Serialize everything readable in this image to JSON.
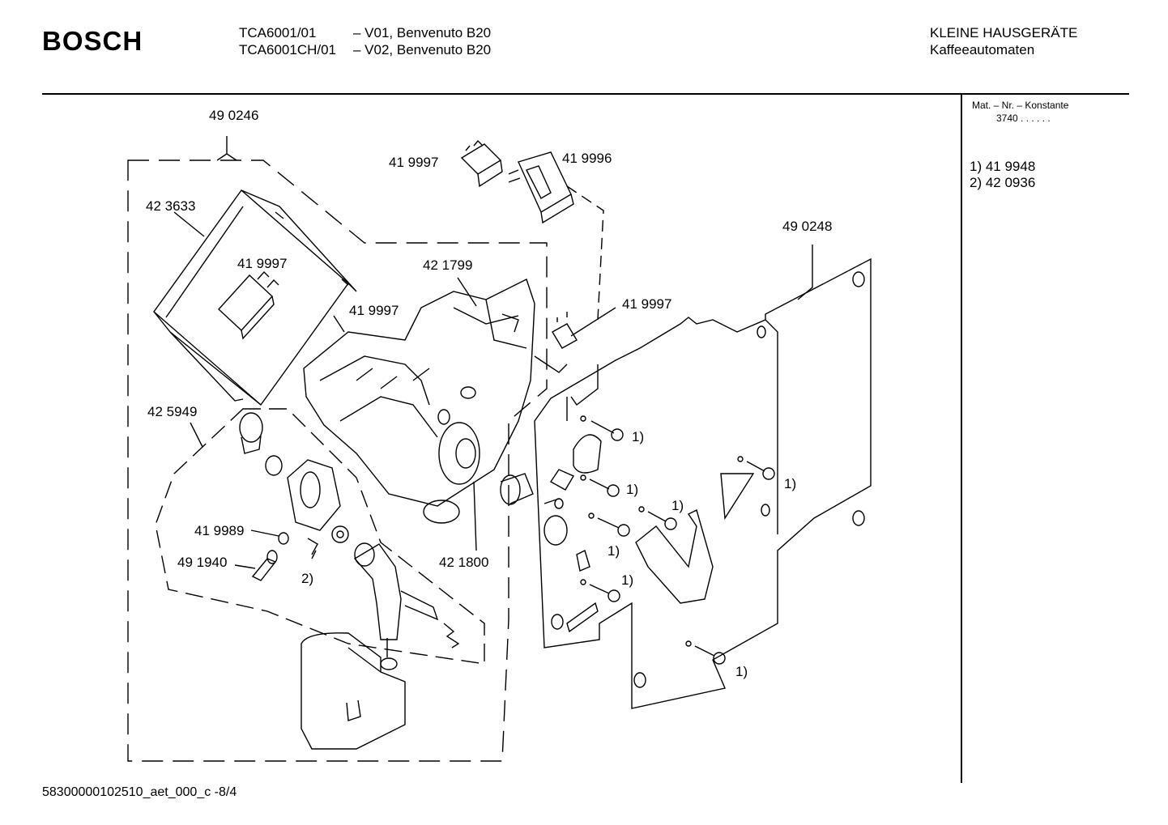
{
  "header": {
    "brand": "BOSCH",
    "models": [
      {
        "code": "TCA6001/01",
        "variant": "– V01, Benvenuto B20"
      },
      {
        "code": "TCA6001CH/01",
        "variant": "– V02, Benvenuto B20"
      }
    ],
    "category": "KLEINE HAUSGERÄTE",
    "subcategory": "Kaffeeautomaten"
  },
  "side_panel": {
    "mat_label": "Mat. – Nr. – Konstante",
    "mat_value": "3740 . . . . . .",
    "notes": [
      "1) 41 9948",
      "2) 42 0936"
    ]
  },
  "parts": {
    "p490246": "49 0246",
    "p423633": "42 3633",
    "p419997_a": "41 9997",
    "p419997_b": "41 9997",
    "p419997_c": "41 9997",
    "p419997_d": "41 9997",
    "p419996": "41 9996",
    "p421799": "42 1799",
    "p490248": "49 0248",
    "p425949": "42 5949",
    "p419989": "41 9989",
    "p491940": "49 1940",
    "p421800": "42 1800"
  },
  "refs": {
    "r1_a": "1)",
    "r1_b": "1)",
    "r1_c": "1)",
    "r1_d": "1)",
    "r1_e": "1)",
    "r1_f": "1)",
    "r1_g": "1)",
    "r2": "2)"
  },
  "footer": {
    "doc_id": "58300000102510_aet_000_c -8/4"
  }
}
